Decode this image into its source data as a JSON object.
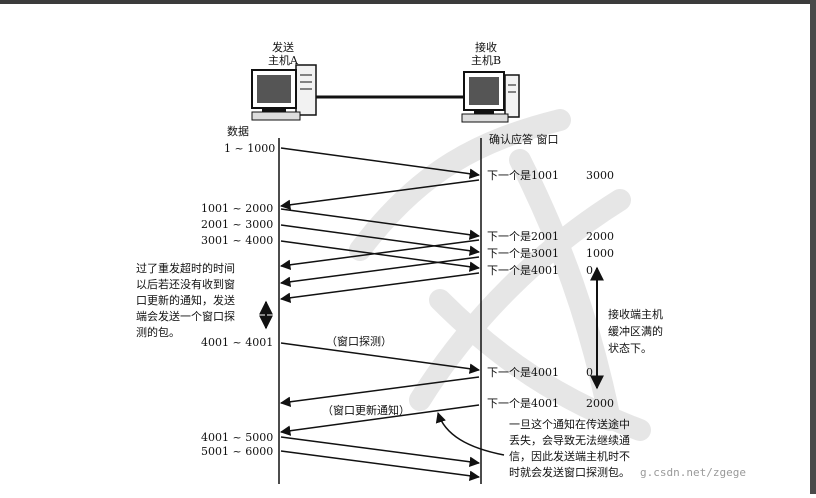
{
  "hosts": {
    "a": {
      "line1": "发送",
      "line2": "主机A"
    },
    "b": {
      "line1": "接收",
      "line2": "主机B"
    }
  },
  "headers": {
    "data": "数据",
    "ack_window": "确认应答 窗口"
  },
  "ranges": [
    "1 ~ 1000",
    "1001 ~ 2000",
    "2001 ~ 3000",
    "3001 ~ 4000",
    "4001 ~ 4001",
    "4001 ~ 5000",
    "5001 ~ 6000"
  ],
  "acks": [
    {
      "next": "下一个是1001",
      "window": "3000"
    },
    {
      "next": "下一个是2001",
      "window": "2000"
    },
    {
      "next": "下一个是3001",
      "window": "1000"
    },
    {
      "next": "下一个是4001",
      "window": "0"
    },
    {
      "next": "下一个是4001",
      "window": "0"
    },
    {
      "next": "下一个是4001",
      "window": "2000"
    }
  ],
  "labels": {
    "probe": "（窗口探测）",
    "update": "（窗口更新通知）"
  },
  "notes": {
    "timeout": [
      "过了重发超时的时间",
      "以后若还没有收到窗",
      "口更新的通知，发送",
      "端会发送一个窗口探",
      "测的包。"
    ],
    "buffer": [
      "接收端主机",
      "缓冲区满的",
      "状态下。"
    ],
    "lost": [
      "一旦这个通知在传送途中",
      "丢失，会导致无法继续通",
      "信，因此发送端主机时不",
      "时就会发送窗口探测包。"
    ]
  },
  "watermark": "g.csdn.net/zgege"
}
